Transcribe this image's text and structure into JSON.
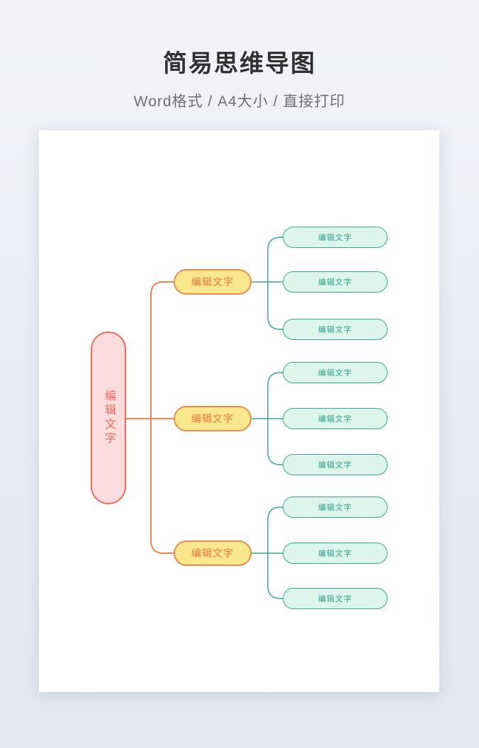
{
  "header": {
    "title": "简易思维导图",
    "subtitle": "Word格式 / A4大小 / 直接打印"
  },
  "mindmap": {
    "root": {
      "label": "编辑文字"
    },
    "branches": [
      {
        "label": "编辑文字",
        "children": [
          {
            "label": "编辑文字"
          },
          {
            "label": "编辑文字"
          },
          {
            "label": "编辑文字"
          }
        ]
      },
      {
        "label": "编辑文字",
        "children": [
          {
            "label": "编辑文字"
          },
          {
            "label": "编辑文字"
          },
          {
            "label": "编辑文字"
          }
        ]
      },
      {
        "label": "编辑文字",
        "children": [
          {
            "label": "编辑文字"
          },
          {
            "label": "编辑文字"
          },
          {
            "label": "编辑文字"
          }
        ]
      }
    ]
  },
  "colors": {
    "background_top": "#f2f4f9",
    "background_bottom": "#e2e7f0",
    "page": "#ffffff",
    "title_text": "#303030",
    "subtitle_text": "#6f6f6f",
    "root_fill": "#fcdddd",
    "root_stroke": "#f2685c",
    "root_text": "#ef685c",
    "branch_fill": "#fae88e",
    "branch_stroke": "#f08a4b",
    "branch_text": "#ee7340",
    "branch_connector": "#f0834d",
    "leaf_fill": "#def5ec",
    "leaf_stroke": "#38a794",
    "leaf_text": "#2aa189",
    "leaf_connector": "#38a794"
  }
}
